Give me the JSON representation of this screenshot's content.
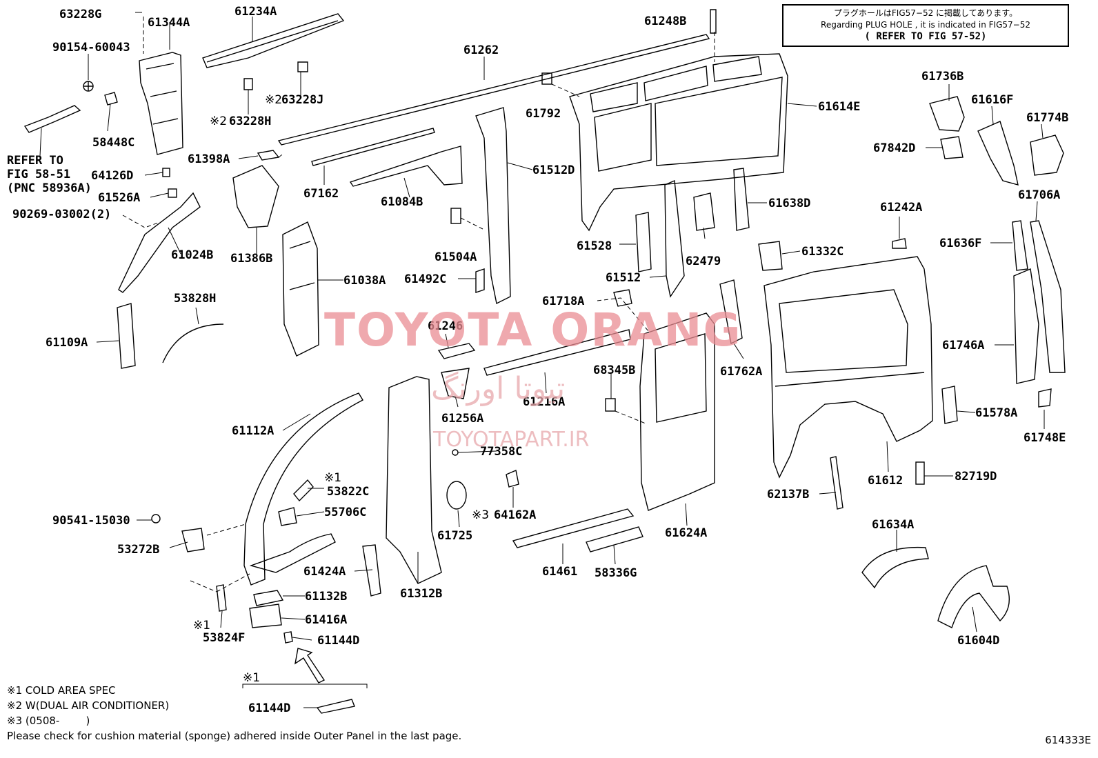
{
  "note_box": {
    "line1": "プラグホールはFIG57−52 に掲載してあります。",
    "line2": "Regarding PLUG HOLE , it is indicated in FIG57−52",
    "line3": "( REFER TO FIG 57-52)"
  },
  "refer_to": [
    "REFER TO",
    "FIG 58-51",
    "(PNC 58936A)"
  ],
  "marks": {
    "m1": "※1",
    "m2": "※2",
    "m3": "※3"
  },
  "labels": {
    "p63228G": "63228G",
    "p61344A": "61344A",
    "p90154": "90154-60043",
    "p58448C": "58448C",
    "p64126D": "64126D",
    "p61526A": "61526A",
    "p90269": "90269-03002(2)",
    "p61024B": "61024B",
    "p61234A": "61234A",
    "p63228J": "63228J",
    "p63228H": "63228H",
    "p61398A": "61398A",
    "p61386B": "61386B",
    "p61038A": "61038A",
    "p61109A": "61109A",
    "p53828H": "53828H",
    "p61262": "61262",
    "p67162": "67162",
    "p61084B": "61084B",
    "p61512D": "61512D",
    "p61504A": "61504A",
    "p61492C": "61492C",
    "p61248B": "61248B",
    "p61792": "61792",
    "p61614E": "61614E",
    "p61638D": "61638D",
    "p61528": "61528",
    "p61512": "61512",
    "p62479": "62479",
    "p61332C": "61332C",
    "p61242A": "61242A",
    "p61736B": "61736B",
    "p61616F": "61616F",
    "p61774B": "61774B",
    "p67842D": "67842D",
    "p61706A": "61706A",
    "p61636F": "61636F",
    "p61746A": "61746A",
    "p61578A": "61578A",
    "p61748E": "61748E",
    "p82719D": "82719D",
    "p61612": "61612",
    "p62137B": "62137B",
    "p61634A": "61634A",
    "p61604D": "61604D",
    "p61718A": "61718A",
    "p61762A": "61762A",
    "p61246": "61246",
    "p61216A": "61216A",
    "p61256A": "61256A",
    "p68345B": "68345B",
    "p77358C": "77358C",
    "p61725": "61725",
    "p64162A": "64162A",
    "p61624A": "61624A",
    "p61461": "61461",
    "p58336G": "58336G",
    "p61312B": "61312B",
    "p61424A": "61424A",
    "p61112A": "61112A",
    "p53822C": "53822C",
    "p55706C": "55706C",
    "p90541": "90541-15030",
    "p53272B": "53272B",
    "p61132B": "61132B",
    "p61416A": "61416A",
    "p61144D": "61144D",
    "p53824F": "53824F",
    "p61144D_2": "61144D"
  },
  "footnotes": [
    "※1 COLD AREA SPEC",
    "※2 W(DUAL AIR CONDITIONER)",
    "※3 (0508-        )",
    "Please check for cushion material (sponge) adhered inside Outer Panel in the last page."
  ],
  "figure_id": "614333E",
  "watermark": {
    "brand": "TOYOTA ORANG",
    "persian": "تیوتا اورنگ",
    "url": "TOYOTAPART.IR"
  }
}
